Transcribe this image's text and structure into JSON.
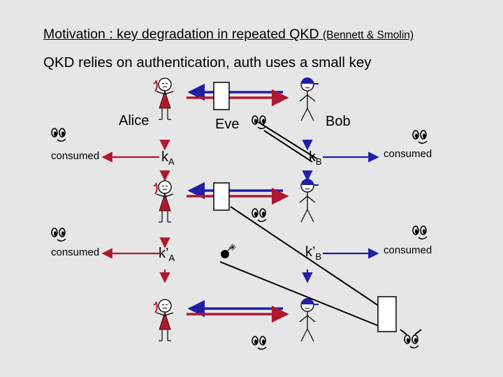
{
  "header": {
    "title": "Motivation : key degradation in repeated QKD",
    "title_note": "(Bennett & Smolin)",
    "subtitle": "QKD relies on authentication, auth uses a small key"
  },
  "labels": {
    "alice": "Alice",
    "eve": "Eve",
    "bob": "Bob"
  },
  "keys": {
    "ka": {
      "main": "k",
      "sub": "A"
    },
    "kb": {
      "main": "k",
      "sub": "B"
    },
    "ka2": {
      "main": "k’",
      "sub": "A"
    },
    "kb2": {
      "main": "k’",
      "sub": "B"
    }
  },
  "consumed": {
    "left1": "consumed",
    "right1": "consumed",
    "left2": "consumed",
    "right2": "consumed"
  },
  "colors": {
    "alice_red": "#b0182e",
    "bob_blue": "#1f1fa8",
    "background": "#e6e6e6",
    "ink": "#000000"
  }
}
